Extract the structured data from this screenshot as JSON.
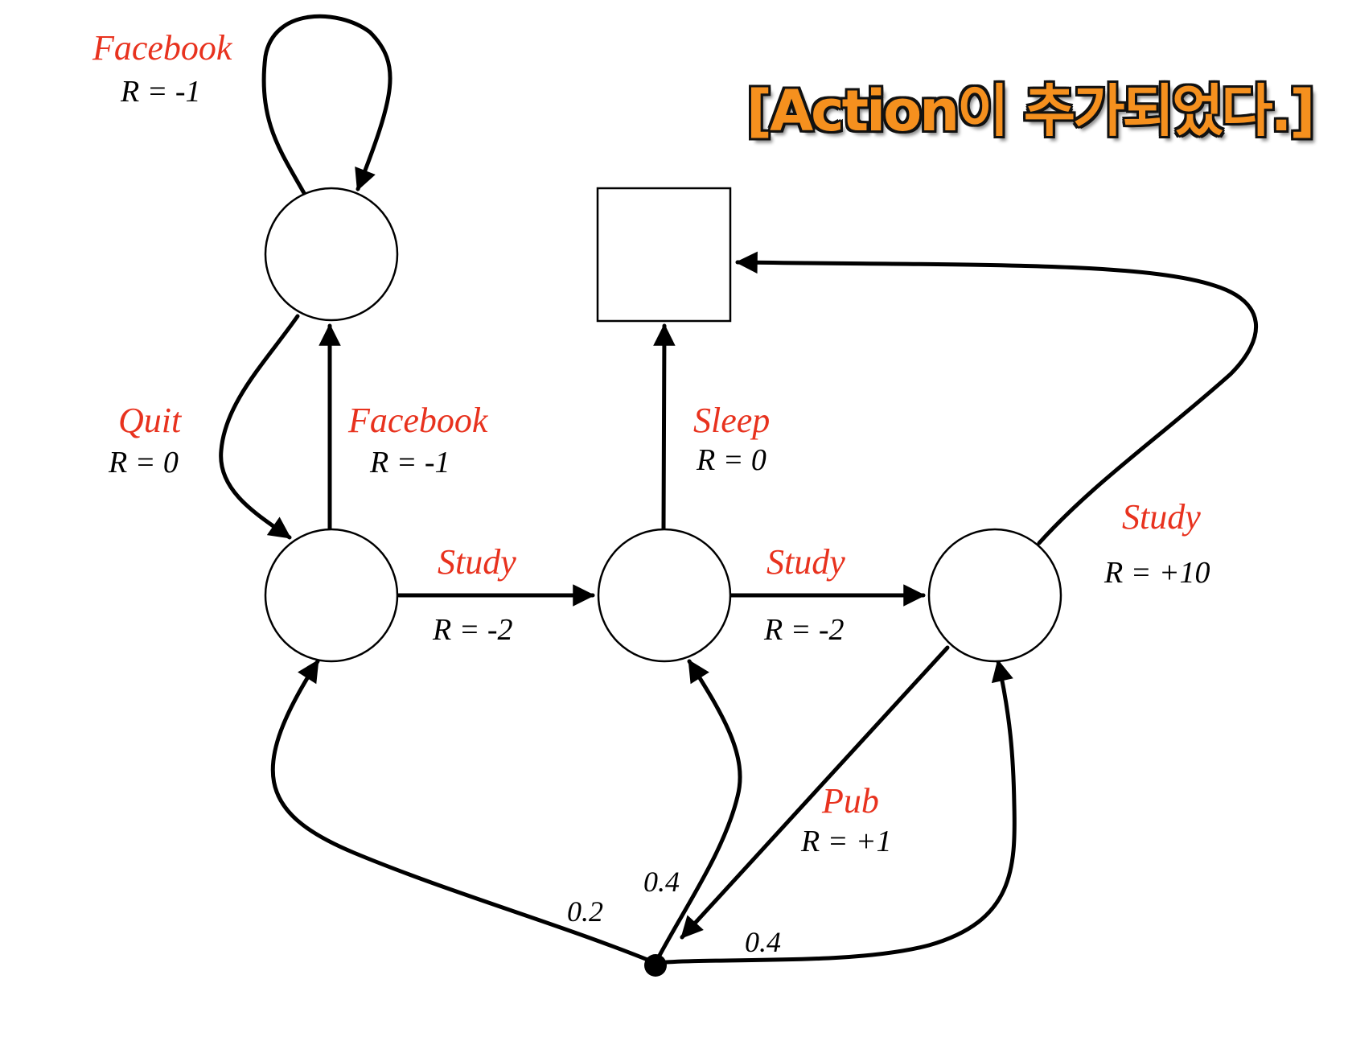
{
  "colors": {
    "action_label": "#e8321e",
    "reward_label": "#000000",
    "banner_fill": "#f5901e",
    "banner_outline": "#111111"
  },
  "banner": {
    "text": "[Action이 추가되었다.]"
  },
  "transitions": {
    "facebook_loop": {
      "action": "Facebook",
      "reward": "R = -1"
    },
    "quit": {
      "action": "Quit",
      "reward": "R = 0"
    },
    "facebook_up": {
      "action": "Facebook",
      "reward": "R = -1"
    },
    "sleep": {
      "action": "Sleep",
      "reward": "R = 0"
    },
    "study_1": {
      "action": "Study",
      "reward": "R = -2"
    },
    "study_2": {
      "action": "Study",
      "reward": "R = -2"
    },
    "study_3": {
      "action": "Study",
      "reward": "R = +10"
    },
    "pub": {
      "action": "Pub",
      "reward": "R = +1"
    }
  },
  "probabilities": {
    "to_class1": "0.2",
    "to_class2": "0.4",
    "to_class3": "0.4"
  }
}
